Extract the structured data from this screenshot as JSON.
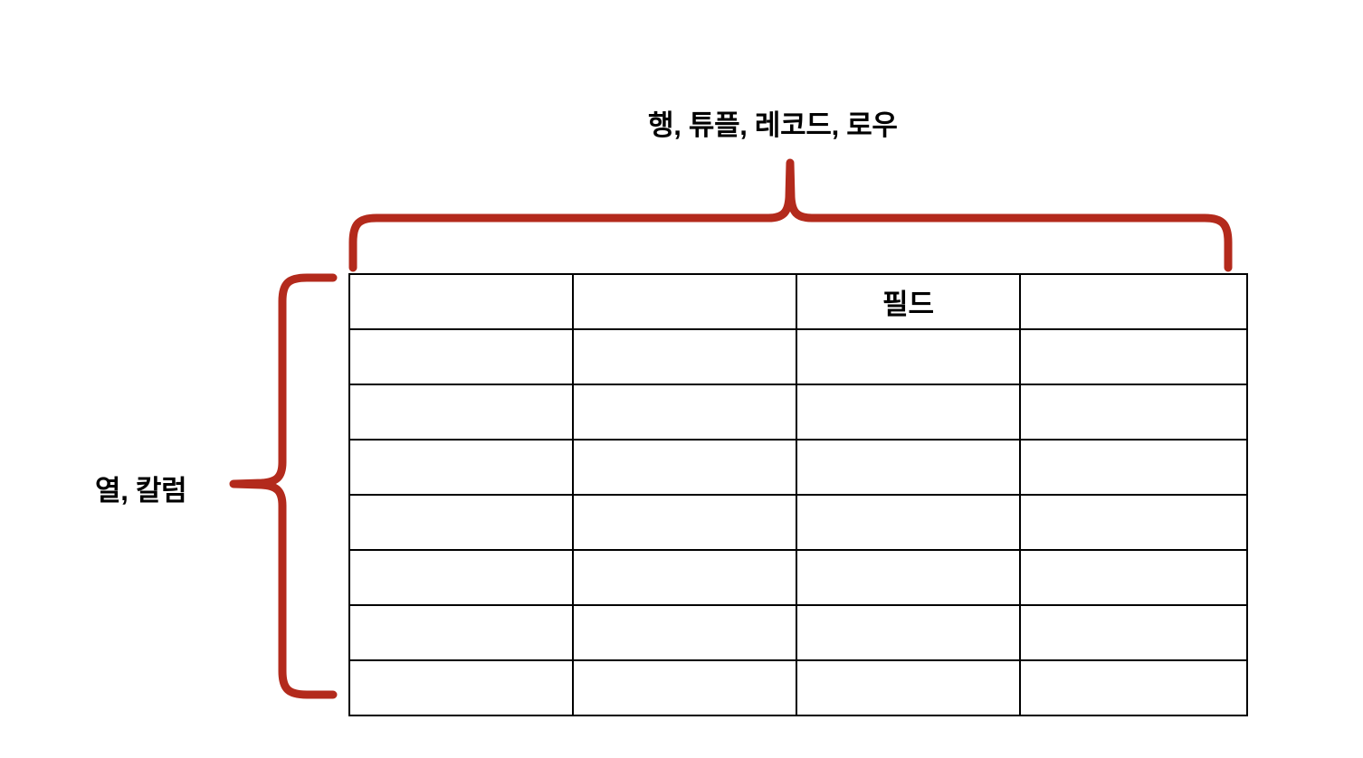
{
  "diagram": {
    "title_row_label": "행, 튜플, 레코드, 로우",
    "title_col_label": "열, 칼럼",
    "field_label": "필드",
    "colors": {
      "brace_red": "#b32a1c",
      "header_blue": "#dce6f1",
      "key_column_yellow": "#fdf2cc",
      "highlight_row_green": "#e2efda",
      "border_black": "#000000",
      "background_white": "#ffffff"
    },
    "braces": {
      "top": {
        "name": "row-brace",
        "orientation": "horizontal",
        "points_up": true,
        "label": "행, 튜플, 레코드, 로우"
      },
      "left": {
        "name": "column-brace",
        "orientation": "vertical",
        "points_left": true,
        "label": "열, 칼럼"
      }
    }
  },
  "table": {
    "columns": 4,
    "rows": 8,
    "header": {
      "cells": [
        "",
        "",
        "필드",
        ""
      ]
    },
    "body": [
      {
        "cells": [
          "",
          "",
          "",
          ""
        ],
        "highlighted": false
      },
      {
        "cells": [
          "",
          "",
          "",
          ""
        ],
        "highlighted": false
      },
      {
        "cells": [
          "",
          "",
          "",
          ""
        ],
        "highlighted": true
      },
      {
        "cells": [
          "",
          "",
          "",
          ""
        ],
        "highlighted": false
      },
      {
        "cells": [
          "",
          "",
          "",
          ""
        ],
        "highlighted": false
      },
      {
        "cells": [
          "",
          "",
          "",
          ""
        ],
        "highlighted": false
      },
      {
        "cells": [
          "",
          "",
          "",
          ""
        ],
        "highlighted": false
      }
    ]
  }
}
